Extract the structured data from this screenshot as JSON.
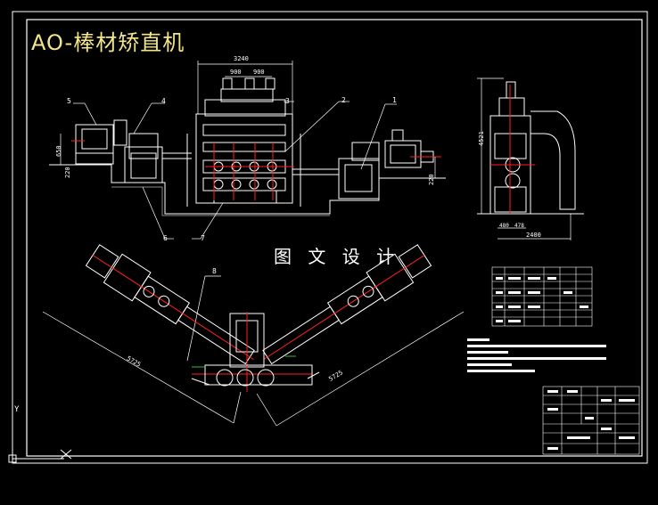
{
  "drawing": {
    "title": "AO-棒材矫直机",
    "brand_text": "图 文 设 计",
    "dimensions": {
      "top_total": "3240",
      "top_a": "900",
      "top_b": "900",
      "left_650": "650",
      "left_220": "220",
      "right_220": "220",
      "side_height": "4521",
      "side_480": "480",
      "side_478": "478",
      "side_2400": "2400",
      "plan_left": "5725",
      "plan_right": "5725"
    },
    "callouts": [
      "1",
      "2",
      "3",
      "4",
      "5",
      "6",
      "7",
      "8"
    ],
    "colors": {
      "background": "#000000",
      "lines": "#ffffff",
      "red": "#ff2020",
      "dim": "#ffffff",
      "title": "#f3e58a"
    }
  }
}
